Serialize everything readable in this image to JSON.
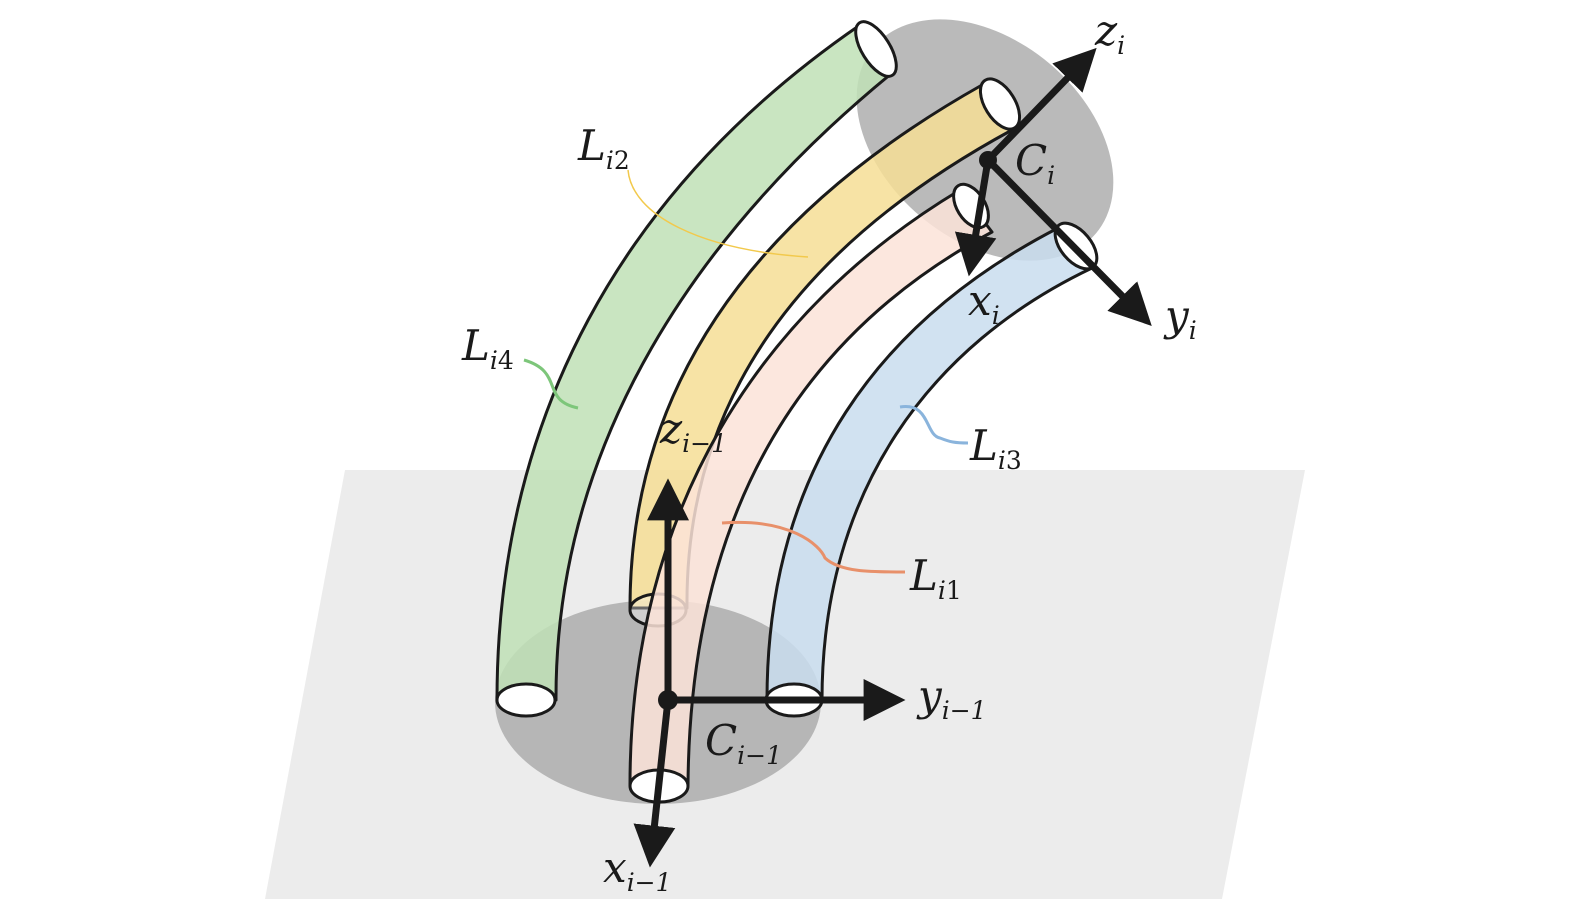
{
  "colors": {
    "plane": "#ececec",
    "disk": "#a6a6a6",
    "arrow": "#1a1a1a",
    "tube_green": "#bfe0b6",
    "tube_yellow": "#f6de95",
    "tube_pink": "#fce3d8",
    "tube_blue": "#c9ddee",
    "leader_green": "#7dc67a",
    "leader_yellow": "#f2c94c",
    "leader_orange": "#e8906a",
    "leader_blue": "#8ab4dc"
  },
  "labels": {
    "z_i": {
      "main": "z",
      "sub": "i"
    },
    "y_i": {
      "main": "y",
      "sub": "i"
    },
    "x_i": {
      "main": "x",
      "sub": "i"
    },
    "C_i": {
      "main": "C",
      "sub": "i"
    },
    "z_prev": {
      "main": "z",
      "sub": "i−1"
    },
    "y_prev": {
      "main": "y",
      "sub": "i−1"
    },
    "x_prev": {
      "main": "x",
      "sub": "i−1"
    },
    "C_prev": {
      "main": "C",
      "sub": "i−1"
    },
    "L_i1": {
      "main": "L",
      "sub_i": "i",
      "sub_n": "1"
    },
    "L_i2": {
      "main": "L",
      "sub_i": "i",
      "sub_n": "2"
    },
    "L_i3": {
      "main": "L",
      "sub_i": "i",
      "sub_n": "3"
    },
    "L_i4": {
      "main": "L",
      "sub_i": "i",
      "sub_n": "4"
    }
  }
}
